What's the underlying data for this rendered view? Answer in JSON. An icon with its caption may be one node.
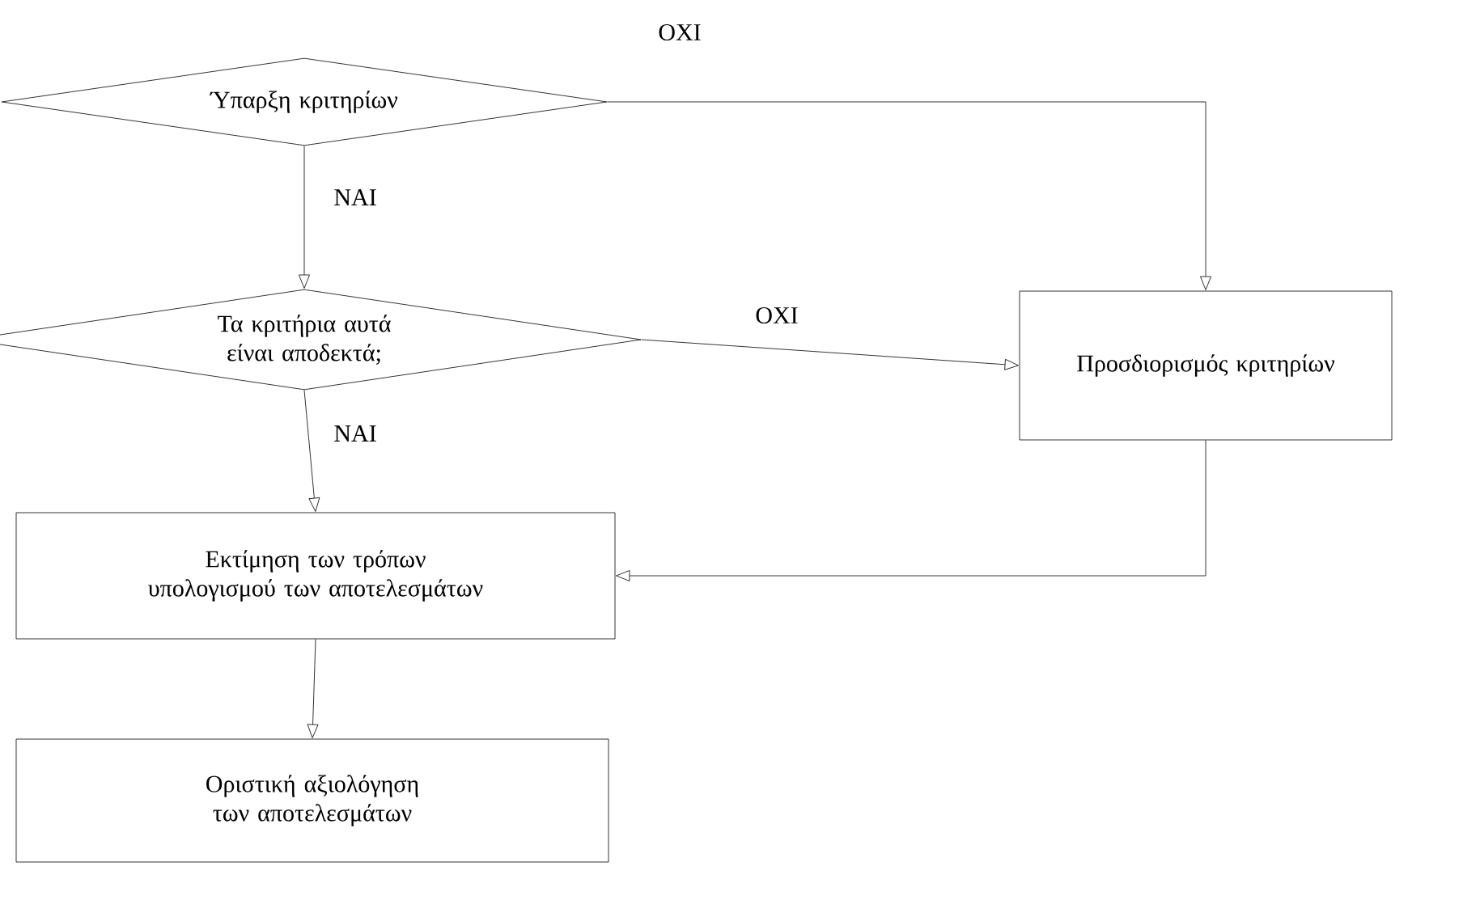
{
  "diagram": {
    "nodes": [
      {
        "text": [
          "Ύπαρξη κριτηρίων"
        ]
      },
      {
        "text": [
          "Τα κριτήρια αυτά είναι αποδεκτά;"
        ]
      },
      {
        "text": [
          "Εκτίμηση των τρόπων υπολογισμού των αποτελεσμάτων"
        ]
      },
      {
        "text": [
          "Προσδιορισμός κριτηρίων"
        ]
      },
      {
        "text": [
          "Οριστική αξιολόγηση των αποτελεσμάτων"
        ]
      }
    ],
    "edges": [
      {
        "from": 0,
        "to": 3,
        "arrow": "to",
        "label": "ΟΧΙ"
      },
      {
        "from": 0,
        "to": 1,
        "arrow": "to",
        "label": "ΝΑΙ"
      },
      {
        "from": 1,
        "to": 3,
        "arrow": "to",
        "label": "ΟΧΙ"
      },
      {
        "from": 1,
        "to": 2,
        "arrow": "to",
        "label": "ΝΑΙ"
      },
      {
        "from": 3,
        "to": 2,
        "arrow": "to"
      },
      {
        "from": 2,
        "to": 4,
        "arrow": "to"
      }
    ]
  }
}
